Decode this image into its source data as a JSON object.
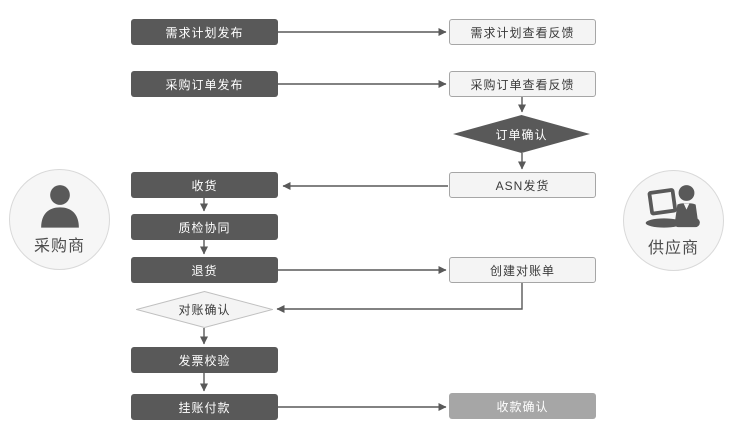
{
  "diagram": {
    "type": "flowchart",
    "description_visible_text_only": true
  },
  "actors": {
    "buyer": {
      "label": "采购商",
      "icon": "person-icon"
    },
    "supplier": {
      "label": "供应商",
      "icon": "person-laptop-icon"
    }
  },
  "nodes": {
    "demand_plan_publish": {
      "label": "需求计划发布",
      "style": "dark",
      "column": "buyer"
    },
    "po_publish": {
      "label": "采购订单发布",
      "style": "dark",
      "column": "buyer"
    },
    "receive_goods": {
      "label": "收货",
      "style": "dark",
      "column": "buyer"
    },
    "quality_collab": {
      "label": "质检协同",
      "style": "dark",
      "column": "buyer"
    },
    "return_goods": {
      "label": "退货",
      "style": "dark",
      "column": "buyer"
    },
    "invoice_verify": {
      "label": "发票校验",
      "style": "dark",
      "column": "buyer"
    },
    "payment_on_account": {
      "label": "挂账付款",
      "style": "dark",
      "column": "buyer"
    },
    "demand_plan_feedback": {
      "label": "需求计划查看反馈",
      "style": "light",
      "column": "supplier"
    },
    "po_feedback": {
      "label": "采购订单查看反馈",
      "style": "light",
      "column": "supplier"
    },
    "asn_ship": {
      "label": "ASN发货",
      "style": "light",
      "column": "supplier"
    },
    "create_statement": {
      "label": "创建对账单",
      "style": "light",
      "column": "supplier"
    },
    "receipt_confirm": {
      "label": "收款确认",
      "style": "mid",
      "column": "supplier"
    }
  },
  "decisions": {
    "order_confirm": {
      "label": "订单确认",
      "style": "dark",
      "column": "supplier"
    },
    "statement_confirm": {
      "label": "对账确认",
      "style": "light",
      "column": "buyer"
    }
  },
  "edges": [
    "需求计划发布 → 需求计划查看反馈",
    "采购订单发布 → 采购订单查看反馈",
    "采购订单查看反馈 → 订单确认",
    "订单确认 → ASN发货",
    "ASN发货 → 收货",
    "收货 → 质检协同",
    "质检协同 → 退货",
    "退货 → 创建对账单",
    "创建对账单 → 对账确认",
    "对账确认 → 发票校验",
    "发票校验 → 挂账付款",
    "挂账付款 → 收款确认"
  ],
  "colors": {
    "dark_node": "#595959",
    "light_node_bg": "#f4f4f4",
    "light_node_border": "#a6a6a6",
    "mid_node_bg": "#a6a6a6",
    "arrow": "#595959",
    "circle_bg": "#f6f6f6",
    "circle_border": "#d9d9d9",
    "text_on_dark": "#ffffff",
    "text_on_light": "#3a3a3a"
  }
}
